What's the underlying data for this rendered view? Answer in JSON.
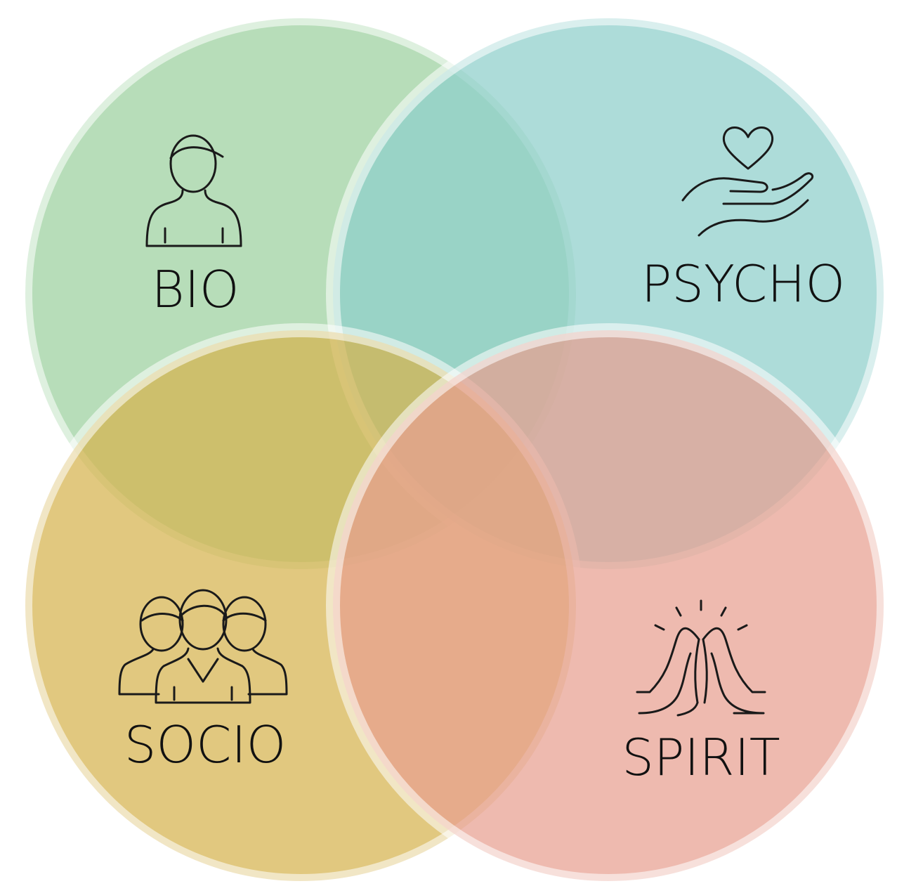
{
  "diagram": {
    "sets": [
      {
        "id": "bio",
        "label": "BIO",
        "icon": "person-icon",
        "color": "#9fd2a2"
      },
      {
        "id": "psycho",
        "label": "PSYCHO",
        "icon": "heart-in-hand-icon",
        "color": "#8ecfca"
      },
      {
        "id": "socio",
        "label": "SOCIO",
        "icon": "group-of-people-icon",
        "color": "#d6b34e"
      },
      {
        "id": "spirit",
        "label": "SPIRIT",
        "icon": "praying-hands-icon",
        "color": "#e8a090"
      }
    ],
    "circle_border_color": "#ffffff"
  }
}
